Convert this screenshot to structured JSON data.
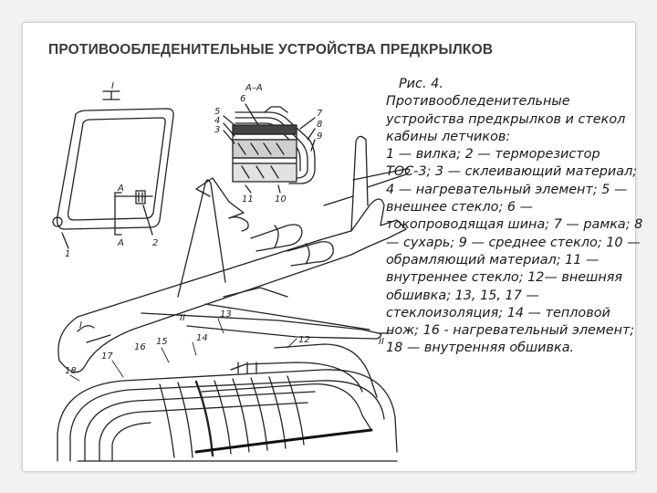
{
  "slide": {
    "title": "ПРОТИВООБЛЕДЕНИТЕЛЬНЫЕ УСТРОЙСТВА ПРЕДКРЫЛКОВ"
  },
  "caption": {
    "figure_label": "Рис. 4.",
    "heading": "Противообледенительные устройства предкрылков и стекол кабины летчиков:",
    "legend": "1 — вилка; 2 — терморезистор ТОС-3; 3 — склеивающий материал; 4 — нагревательный элемент; 5 — внешнее стекло; 6 — токопроводящая шина; 7 — рамка; 8 — сухарь; 9 — среднее стекло; 10 — обрамляющий материал; 11 — внутреннее стекло; 12— внешняя обшивка; 13, 15, 17 — стеклоизоляция; 14 — тепловой нож; 16 - нагревательный элемент; 18 — внутренняя обшивка."
  },
  "figure": {
    "labels": {
      "section_I": "I",
      "section_AA": "А–А",
      "view_II": "II",
      "mark_A_top": "А",
      "mark_A_bottom": "А",
      "n1": "1",
      "n2": "2",
      "n3": "3",
      "n4": "4",
      "n5": "5",
      "n6": "6",
      "n7": "7",
      "n8": "8",
      "n9": "9",
      "n10": "10",
      "n11": "11",
      "n12": "12",
      "n13": "13",
      "n14": "14",
      "n15": "15",
      "n16": "16",
      "n17": "17",
      "n18": "18",
      "plane_I": "I",
      "plane_II": "II"
    }
  }
}
